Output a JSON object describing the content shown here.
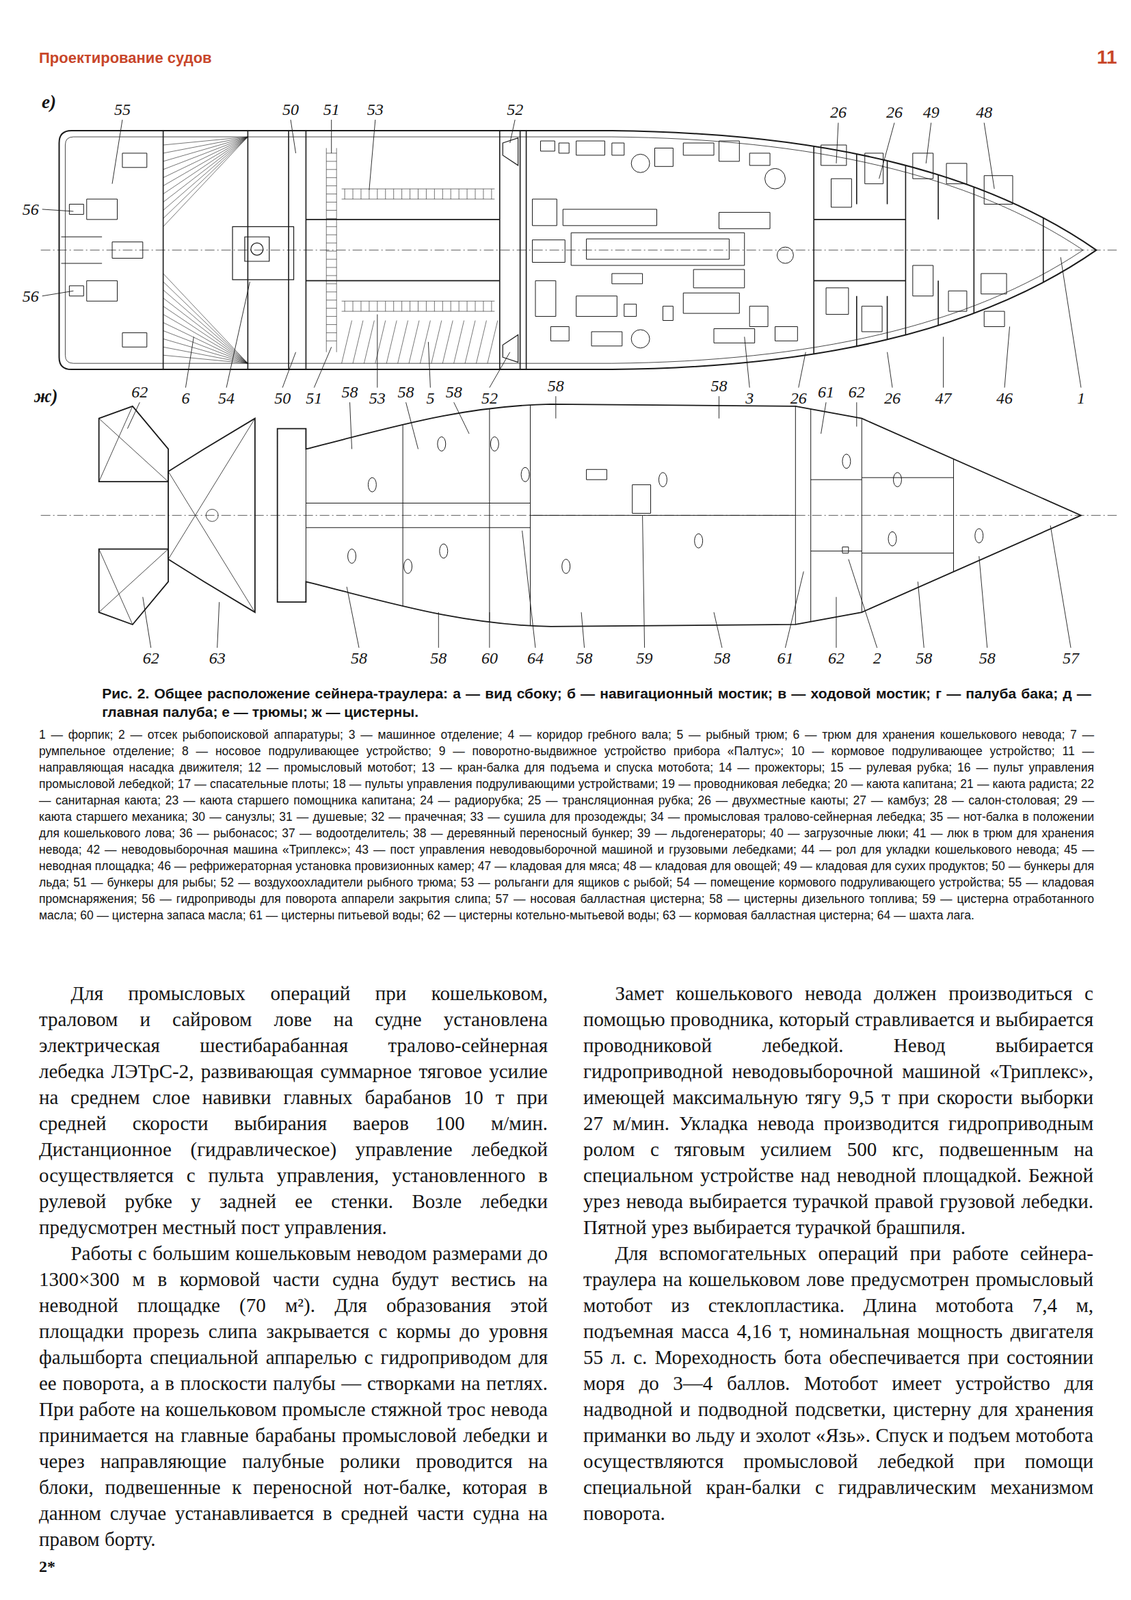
{
  "diagram": {
    "caption": "Рис. 2. Общее расположение сейнера-траулера: а — вид сбоку; б — навигационный мостик; в — ходовой мостик; г — палуба бака; д — главная палуба; е — трюмы; ж — цистерны.",
    "labels": [
      "Проектирование судов",
      "11",
      "е)",
      "55",
      "50",
      "51",
      "53",
      "52",
      "26",
      "26",
      "49",
      "48",
      "56",
      "56",
      "ж)",
      "62",
      "6",
      "54",
      "50",
      "51",
      "58",
      "53",
      "58",
      "5",
      "58",
      "52",
      "58",
      "58",
      "3",
      "26",
      "61",
      "62",
      "26",
      "47",
      "46",
      "1",
      "62",
      "63",
      "58",
      "58",
      "60",
      "64",
      "58",
      "59",
      "58",
      "61",
      "62",
      "2",
      "58",
      "58",
      "57",
      "1 — форпик; 2 — отсек рыбопоисковой аппаратуры; 3 — машинное отделение; 4 — коридор гребного вала; 5 — рыбный трюм; 6 — трюм для хранения кошелькового невода; 7 — румпельное отделение; 8 — носовое подруливающее устройство; 9 — поворотно-выдвижное устройство прибора «Палтус»; 10 — кормовое подруливающее устройство; 11 — направляющая насадка движителя; 12 — промысловый мотобот; 13 — кран-балка для подъема и спуска мотобота; 14 — прожекторы; 15 — рулевая рубка; 16 — пульт управления промысловой лебедкой; 17 — спасательные плоты; 18 — пульты управления подруливающими устройствами; 19 — проводниковая лебедка; 20 — каюта капитана; 21 — каюта радиста; 22 — санитарная каюта; 23 — каюта старшего помощника капитана; 24 — радиорубка; 25 — трансляционная рубка; 26 — двухместные каюты; 27 — камбуз; 28 — салон-столовая; 29 — каюта старшего механика; 30 — санузлы; 31 — душевые; 32 — прачечная; 33 — сушила для прозодежды; 34 — промысловая тралово-сейнерная лебедка; 35 — нот-балка в положении для кошелькового лова; 36 — рыбонасос; 37 — водоотделитель; 38 — деревянный переносный бункер; 39 — льдогенераторы; 40 — загрузочные люки; 41 — люк в трюм для хранения невода; 42 — неводовыборочная машина «Триплекс»; 43 — пост управления неводовыборочной машиной и грузовыми лебедками; 44 — рол для укладки кошелькового невода; 45 — неводная площадка; 46 — рефрижераторная установка провизионных камер; 47 — кладовая для мяса; 48 — кладовая для овощей; 49 — кладовая для сухих продуктов; 50 — бункеры для льда; 51 — бункеры для рыбы; 52 — воздухоохладители рыбного трюма; 53 — рольганги для ящиков с рыбой; 54 — помещение кормового подруливающего устройства; 55 — кладовая промснаряжения; 56 — гидроприводы для поворота аппарели закрытия слипа; 57 — носовая балластная цистерна; 58 — цистерны дизельного топлива; 59 — цистерна отработанного масла; 60 — цистерна запаса масла; 61 — цистерны питьевой воды; 62 — цистерны котельно-мытьевой воды; 63 — кормовая балластная цистерна; 64 — шахта лага.",
      "Для промысловых операций при кошельковом, траловом и сайровом лове на судне установлена электрическая шестибарабанная тралово-сейнерная лебедка ЛЭТрС-2, развивающая суммарное тяговое усилие на среднем слое навивки главных барабанов 10 т при средней скорости выбирания ваеров 100 м/мин. Дистанционное (гидравлическое) управление лебедкой осуществляется с пульта управления, установленного в рулевой рубке у задней ее стенки. Возле лебедки предусмотрен местный пост управления.",
      "Работы с большим кошельковым неводом размерами до 1300×300 м в кормовой части судна будут вестись на неводной площадке (70 м²). Для образования этой площадки прорезь слипа закрывается с кормы до уровня фальшборта специальной аппарелью с гидроприводом для ее поворота, а в плоскости палубы — створками на петлях. При работе на кошельковом промысле стяжной трос невода принимается на главные барабаны промысловой лебедки и через направляющие палубные ролики проводится на блоки, подвешенные к переносной нот-балке, которая в данном случае устанавливается в средней части судна на правом борту.",
      "Замет кошелькового невода должен производиться с помощью проводника, который стравливается и выбирается проводниковой лебедкой. Невод выбирается гидроприводной неводовыборочной машиной «Триплекс», имеющей максимальную тягу 9,5 т при скорости выборки 27 м/мин. Укладка невода производится гидроприводным ролом с тяговым усилием 500 кгс, подвешенным на специальном устройстве над неводной площадкой. Бежной урез невода выбирается турачкой правой грузовой лебедки. Пятной урез выбирается турачкой брашпиля.",
      "Для вспомогательных операций при работе сейнера-траулера на кошельковом лове предусмотрен промысловый мотобот из стеклопластика. Длина мотобота 7,4 м, подъемная масса 4,16 т, номинальная мощность двигателя 55 л. с. Мореходность бота обеспечивается при состоянии моря до 3—4 баллов. Мотобот имеет устройство для надводной и подводной подсветки, цистерну для хранения приманки во льду и эхолот «Язь». Спуск и подъем мотобота осуществляются промысловой лебедкой при помощи специальной кран-балки с гидравлическим механизмом поворота.",
      "2*"
    ]
  }
}
